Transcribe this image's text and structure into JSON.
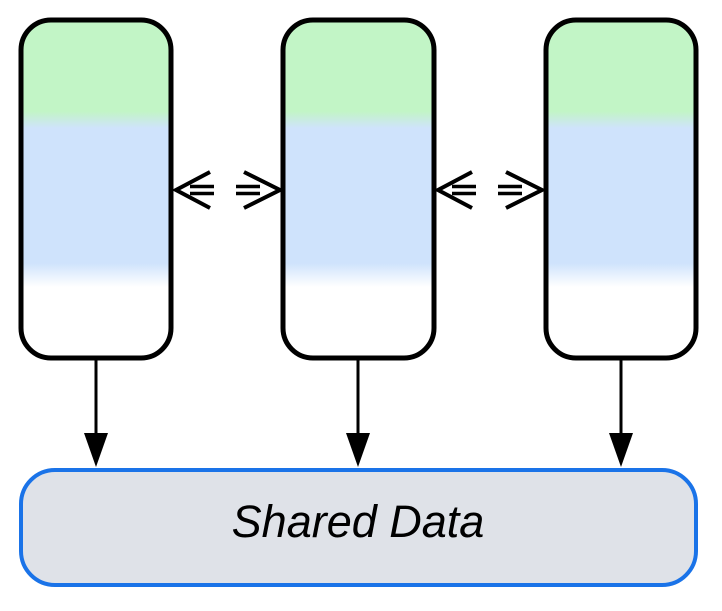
{
  "diagram": {
    "title": "",
    "nodes": [
      {
        "id": "process-1",
        "label": ""
      },
      {
        "id": "process-2",
        "label": ""
      },
      {
        "id": "process-3",
        "label": ""
      }
    ],
    "shared": {
      "id": "shared-data",
      "label": "Shared Data"
    },
    "edges": [
      {
        "from": "process-1",
        "to": "process-2",
        "type": "bidirectional-double-dashed"
      },
      {
        "from": "process-2",
        "to": "process-3",
        "type": "bidirectional-double-dashed"
      },
      {
        "from": "process-1",
        "to": "shared-data",
        "type": "arrow"
      },
      {
        "from": "process-2",
        "to": "shared-data",
        "type": "arrow"
      },
      {
        "from": "process-3",
        "to": "shared-data",
        "type": "arrow"
      }
    ],
    "colors": {
      "node_top": "#c2f5c6",
      "node_middle": "#cfe3fc",
      "node_bottom": "#ffffff",
      "node_border": "#000000",
      "shared_fill": "#dfe2e8",
      "shared_border": "#1a73e8"
    }
  }
}
